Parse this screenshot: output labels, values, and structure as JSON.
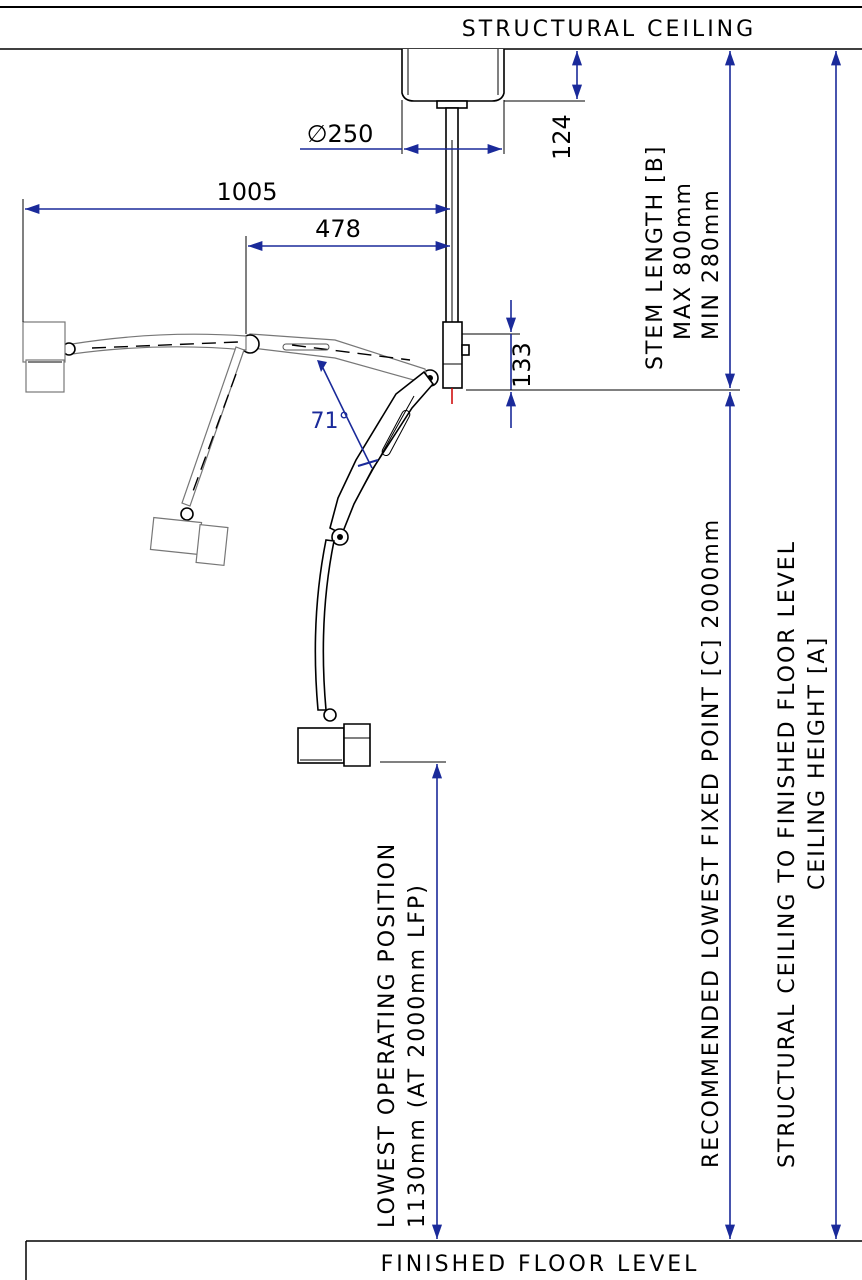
{
  "labels": {
    "ceiling": "STRUCTURAL CEILING",
    "floor": "FINISHED FLOOR LEVEL",
    "ceiling_height_line1": "STRUCTURAL CEILING TO FINISHED FLOOR LEVEL",
    "ceiling_height_line2": "CEILING HEIGHT [A]",
    "lfp": "RECOMMENDED LOWEST FIXED POINT [C] 2000mm",
    "stem_line1": "STEM LENGTH [B]",
    "stem_line2": "MAX 800mm",
    "stem_line3": "MIN 280mm",
    "lop_line1": "LOWEST OPERATING POSITION",
    "lop_line2": "1130mm (AT 2000mm LFP)"
  },
  "dimensions": {
    "diameter": "∅250",
    "canopy_height": "124",
    "reach_max": "1005",
    "reach_arm": "478",
    "joint_offset": "133",
    "angle": "71°"
  },
  "colors": {
    "dimension": "#1a2a9a",
    "outline": "#000000"
  }
}
